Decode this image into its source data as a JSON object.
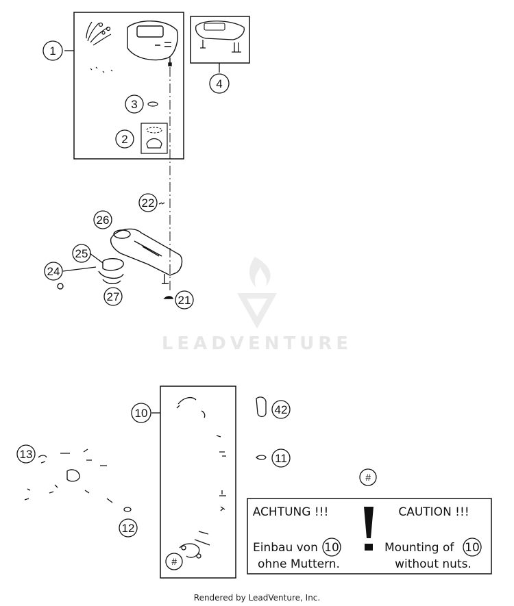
{
  "watermark": {
    "brand": "LEADVENTURE"
  },
  "callouts": {
    "c1": "1",
    "c2": "2",
    "c3": "3",
    "c4": "4",
    "c10": "10",
    "c11": "11",
    "c12": "12",
    "c13": "13",
    "c21": "21",
    "c22": "22",
    "c24": "24",
    "c25": "25",
    "c26": "26",
    "c27": "27",
    "c42": "42",
    "hash_mark": "#"
  },
  "notice": {
    "de_heading": "ACHTUNG !!!",
    "de_line1": "Einbau von",
    "de_ref": "10",
    "de_line2": "ohne Muttern.",
    "en_heading": "CAUTION !!!",
    "en_line1": "Mounting of",
    "en_ref": "10",
    "en_line2": "without nuts."
  },
  "footer": {
    "credit": "Rendered by LeadVenture, Inc."
  },
  "colors": {
    "ink": "#111111",
    "watermark": "#e6e6e6",
    "background": "#ffffff"
  }
}
